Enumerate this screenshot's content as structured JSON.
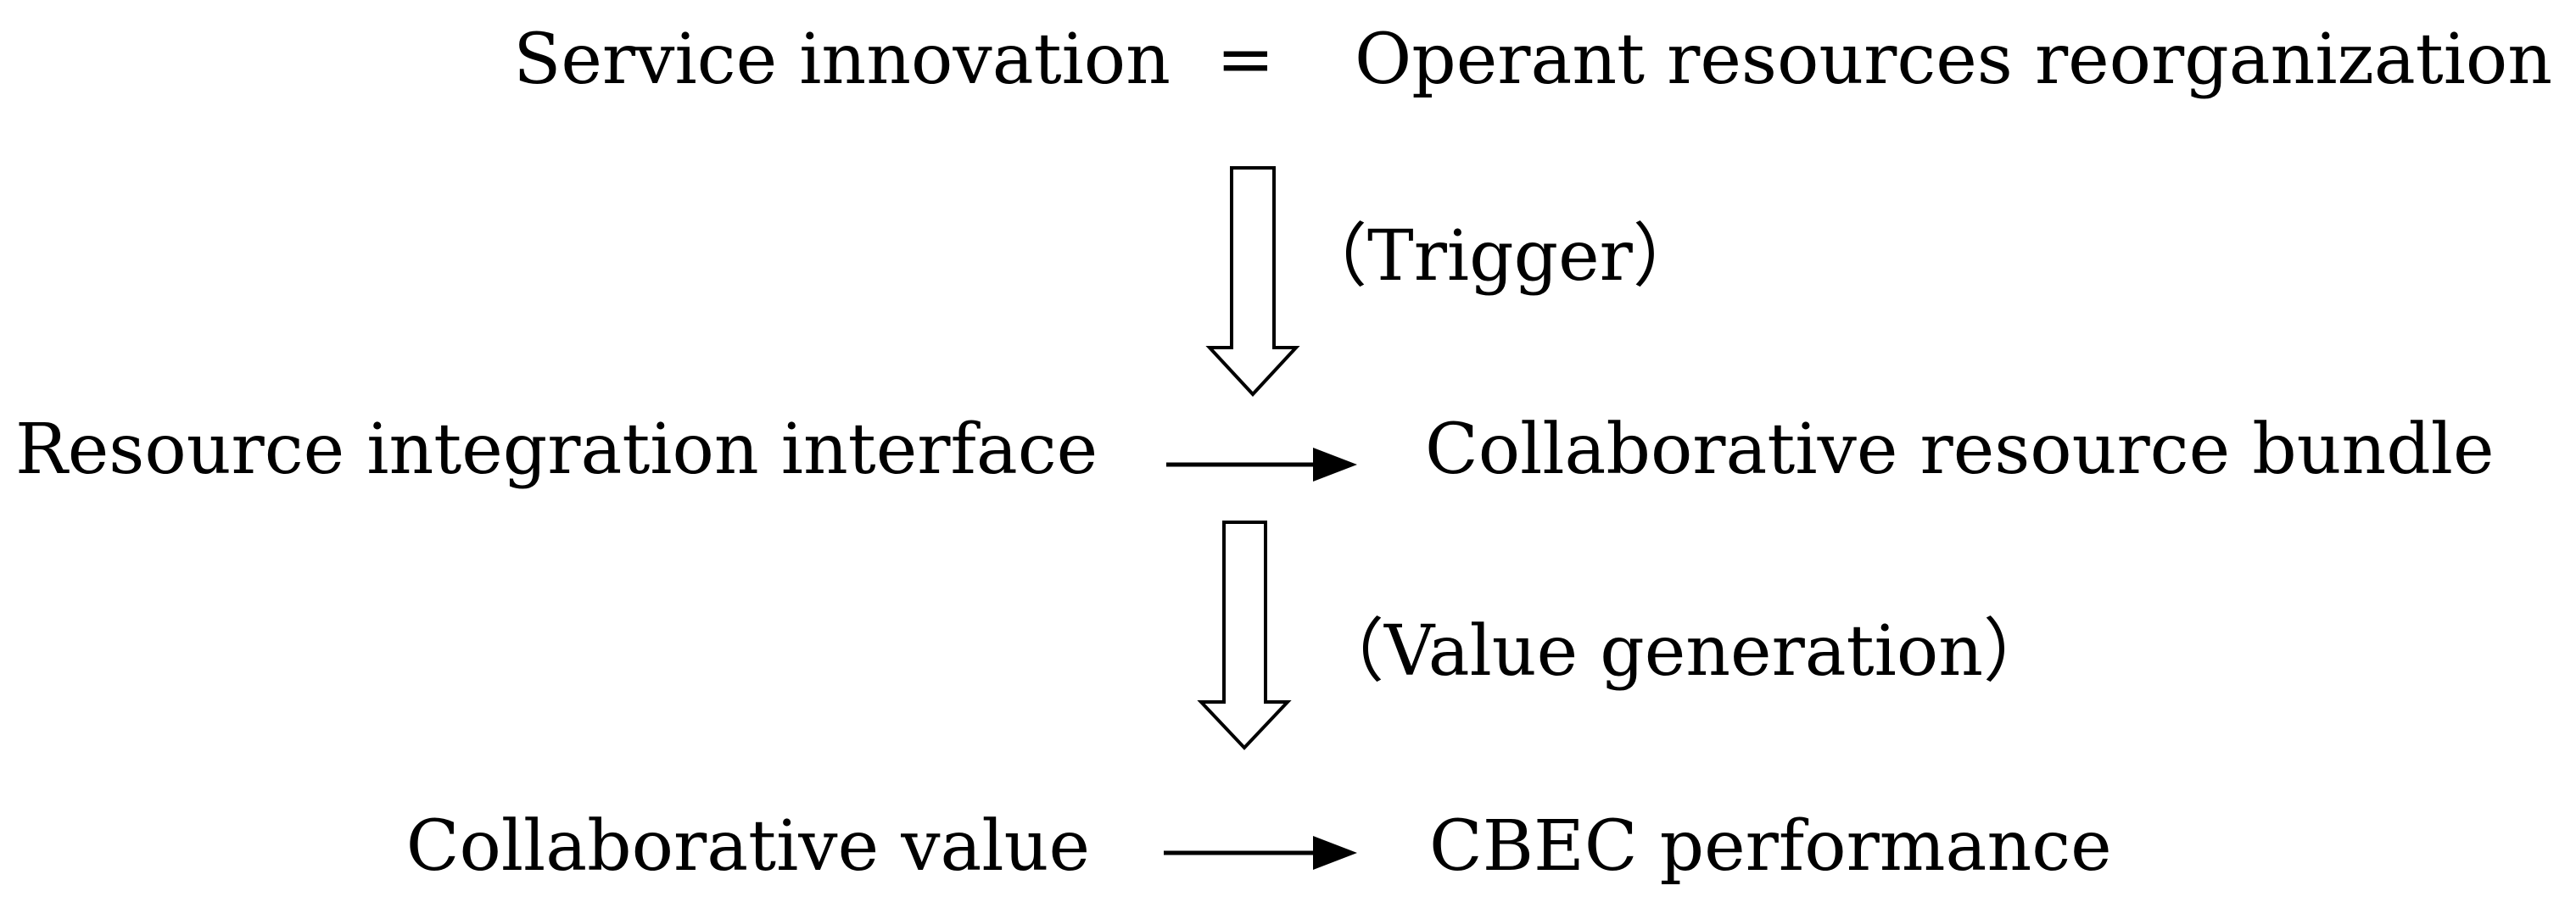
{
  "diagram": {
    "row1": {
      "left": "Service innovation",
      "connector": "=",
      "right": "Operant resources reorganization"
    },
    "arrow1_label": "（Trigger）",
    "row2": {
      "left": "Resource integration interface",
      "right": "Collaborative resource bundle"
    },
    "arrow2_label": "（Value generation）",
    "row3": {
      "left": "Collaborative value",
      "right": "CBEC performance"
    }
  }
}
